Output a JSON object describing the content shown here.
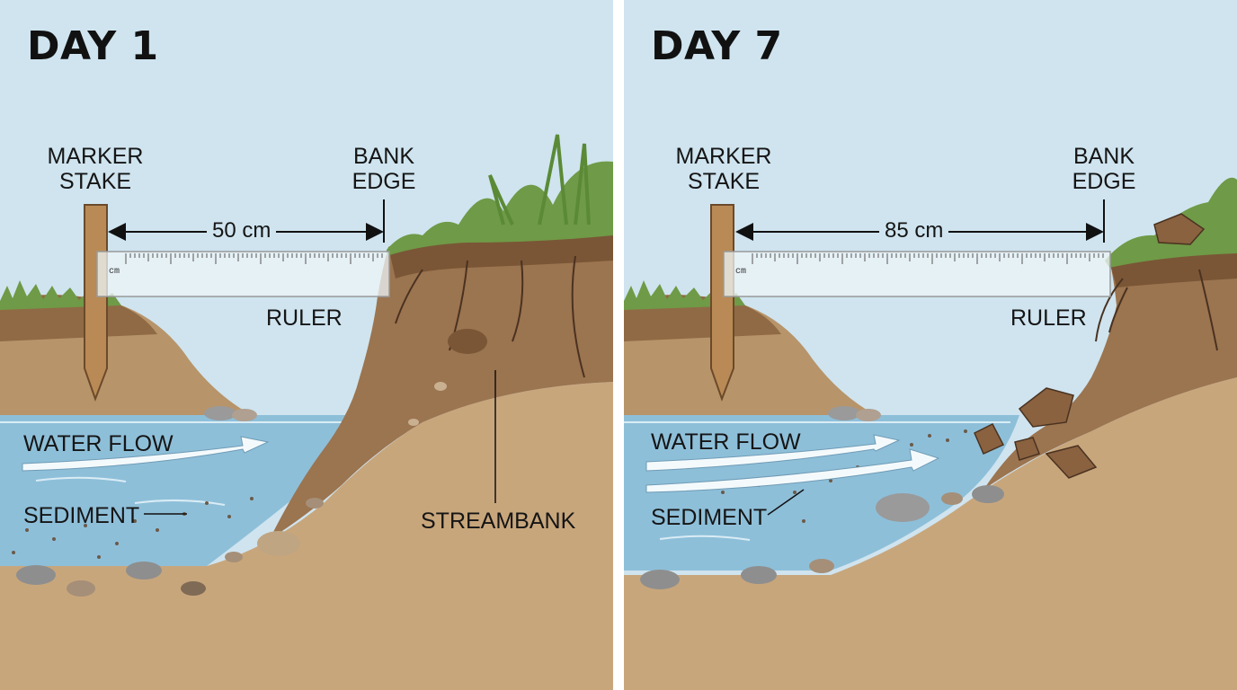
{
  "panels": [
    {
      "title": "DAY 1",
      "labels": {
        "marker_stake": [
          "MARKER",
          "STAKE"
        ],
        "bank_edge": [
          "BANK",
          "EDGE"
        ],
        "distance": "50 cm",
        "ruler": "RULER",
        "ruler_unit": "cm",
        "water_flow": "WATER FLOW",
        "sediment": "SEDIMENT",
        "streambank": "STREAMBANK"
      },
      "distance_cm": 50
    },
    {
      "title": "DAY 7",
      "labels": {
        "marker_stake": [
          "MARKER",
          "STAKE"
        ],
        "bank_edge": [
          "BANK",
          "EDGE"
        ],
        "distance": "85 cm",
        "ruler": "RULER",
        "ruler_unit": "cm",
        "water_flow": "WATER FLOW",
        "sediment": "SEDIMENT"
      },
      "distance_cm": 85
    }
  ],
  "colors": {
    "sky": "#cfe4ef",
    "water": "#8ebfd9",
    "soil": "#9b7450",
    "sand": "#c8a67c",
    "grass": "#6f9a47",
    "stake": "#b98a55"
  }
}
